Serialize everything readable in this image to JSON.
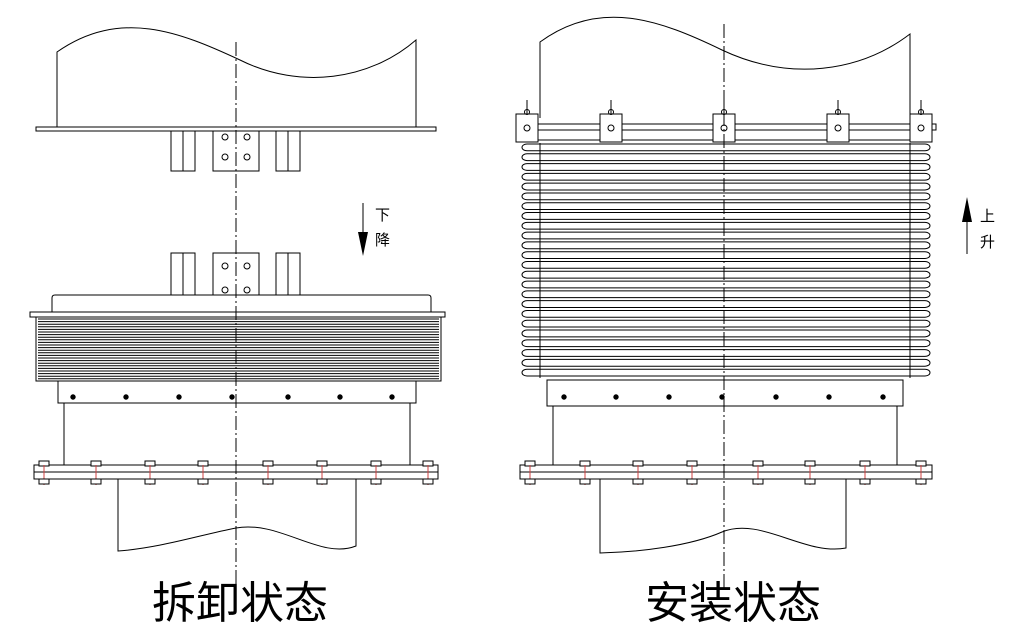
{
  "left_panel": {
    "caption": "拆卸状态",
    "arrow": {
      "direction": "down",
      "chars": [
        "下",
        "降"
      ]
    }
  },
  "right_panel": {
    "caption": "安装状态",
    "arrow": {
      "direction": "up",
      "chars": [
        "上",
        "升"
      ]
    }
  },
  "colors": {
    "line": "#000000",
    "bolt_accent": "#d04040",
    "background": "#ffffff"
  }
}
